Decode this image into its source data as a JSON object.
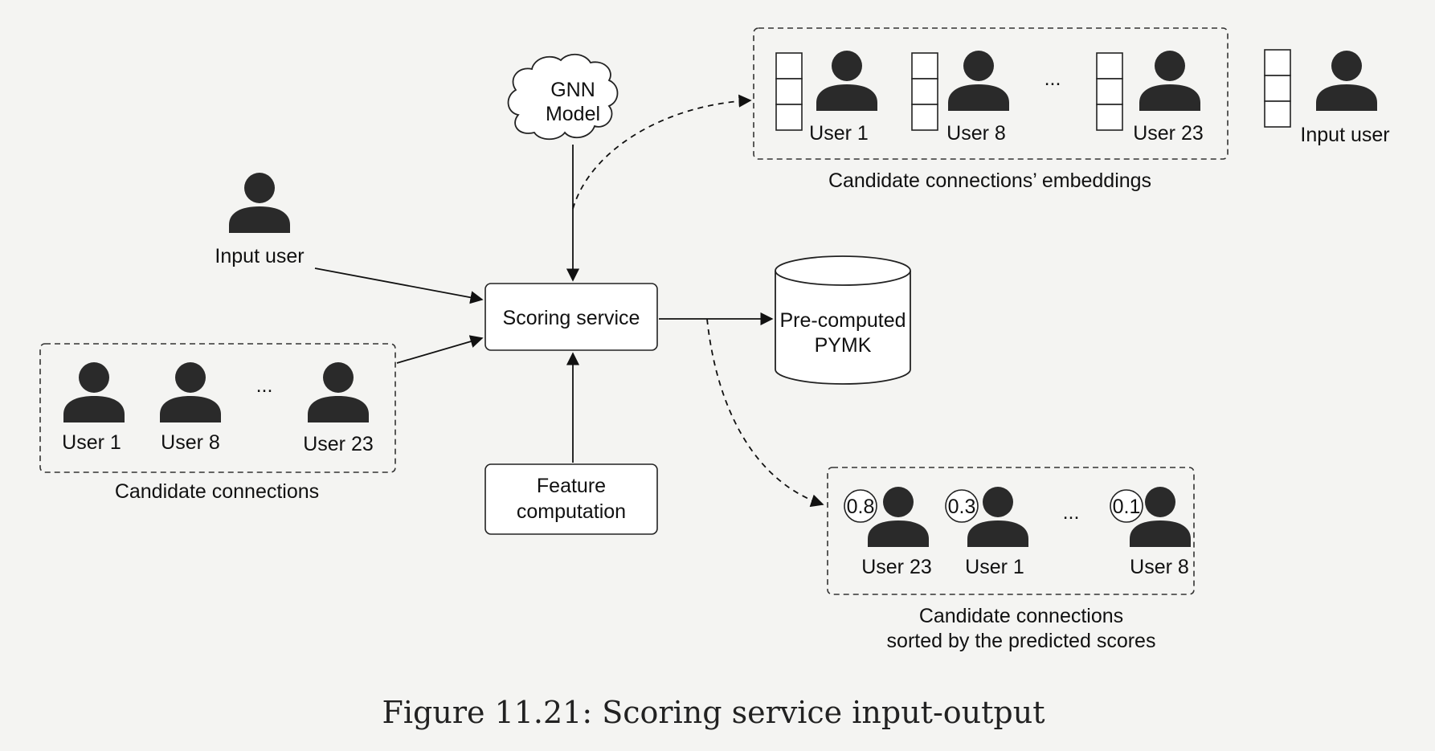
{
  "diagram": {
    "gnn_model": [
      "GNN",
      "Model"
    ],
    "scoring_service": "Scoring service",
    "feature_computation": [
      "Feature",
      "computation"
    ],
    "precomputed": [
      "Pre-computed",
      "PYMK"
    ],
    "input_user_left": "Input user",
    "candidates": {
      "users": [
        "User 1",
        "User 8",
        "User 23"
      ],
      "ellipsis": "...",
      "caption": "Candidate connections"
    },
    "embeddings": {
      "users": [
        "User 1",
        "User 8",
        "User 23"
      ],
      "ellipsis": "...",
      "input_user": "Input user",
      "caption": "Candidate connections’ embeddings"
    },
    "sorted": {
      "items": [
        {
          "score": "0.8",
          "user": "User 23"
        },
        {
          "score": "0.3",
          "user": "User 1"
        },
        {
          "score": "0.1",
          "user": "User 8"
        }
      ],
      "ellipsis": "...",
      "caption": [
        "Candidate connections",
        "sorted by the predicted scores"
      ]
    },
    "figure_caption": "Figure 11.21: Scoring service input-output"
  }
}
